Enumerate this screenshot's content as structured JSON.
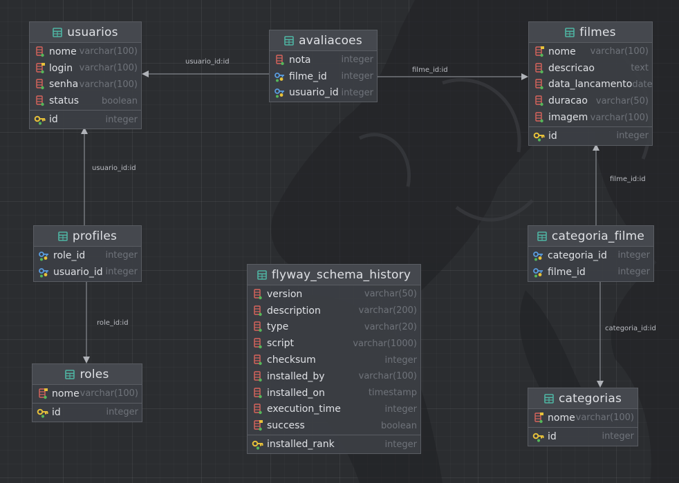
{
  "tables": {
    "usuarios": {
      "name": "usuarios",
      "columns": [
        {
          "name": "nome",
          "type": "varchar(100)",
          "icon": "column-icon"
        },
        {
          "name": "login",
          "type": "varchar(100)",
          "icon": "unique-column-icon"
        },
        {
          "name": "senha",
          "type": "varchar(100)",
          "icon": "column-icon"
        },
        {
          "name": "status",
          "type": "boolean",
          "icon": "column-icon"
        }
      ],
      "pk": {
        "name": "id",
        "type": "integer",
        "icon": "primary-key-icon"
      }
    },
    "avaliacoes": {
      "name": "avaliacoes",
      "columns": [
        {
          "name": "nota",
          "type": "integer",
          "icon": "column-icon"
        },
        {
          "name": "filme_id",
          "type": "integer",
          "icon": "foreign-key-icon"
        },
        {
          "name": "usuario_id",
          "type": "integer",
          "icon": "foreign-key-icon"
        }
      ]
    },
    "filmes": {
      "name": "filmes",
      "columns": [
        {
          "name": "nome",
          "type": "varchar(100)",
          "icon": "unique-column-icon"
        },
        {
          "name": "descricao",
          "type": "text",
          "icon": "column-icon"
        },
        {
          "name": "data_lancamento",
          "type": "date",
          "icon": "column-icon"
        },
        {
          "name": "duracao",
          "type": "varchar(50)",
          "icon": "column-icon"
        },
        {
          "name": "imagem",
          "type": "varchar(100)",
          "icon": "column-icon"
        }
      ],
      "pk": {
        "name": "id",
        "type": "integer",
        "icon": "primary-key-icon"
      }
    },
    "profiles": {
      "name": "profiles",
      "columns": [
        {
          "name": "role_id",
          "type": "integer",
          "icon": "foreign-key-icon"
        },
        {
          "name": "usuario_id",
          "type": "integer",
          "icon": "foreign-key-icon"
        }
      ]
    },
    "roles": {
      "name": "roles",
      "columns": [
        {
          "name": "nome",
          "type": "varchar(100)",
          "icon": "unique-column-icon"
        }
      ],
      "pk": {
        "name": "id",
        "type": "integer",
        "icon": "primary-key-icon"
      }
    },
    "flyway_schema_history": {
      "name": "flyway_schema_history",
      "columns": [
        {
          "name": "version",
          "type": "varchar(50)",
          "icon": "column-icon"
        },
        {
          "name": "description",
          "type": "varchar(200)",
          "icon": "column-icon"
        },
        {
          "name": "type",
          "type": "varchar(20)",
          "icon": "column-icon"
        },
        {
          "name": "script",
          "type": "varchar(1000)",
          "icon": "column-icon"
        },
        {
          "name": "checksum",
          "type": "integer",
          "icon": "column-icon"
        },
        {
          "name": "installed_by",
          "type": "varchar(100)",
          "icon": "column-icon"
        },
        {
          "name": "installed_on",
          "type": "timestamp",
          "icon": "column-icon"
        },
        {
          "name": "execution_time",
          "type": "integer",
          "icon": "column-icon"
        },
        {
          "name": "success",
          "type": "boolean",
          "icon": "unique-column-icon"
        }
      ],
      "pk": {
        "name": "installed_rank",
        "type": "integer",
        "icon": "primary-key-icon"
      }
    },
    "categoria_filme": {
      "name": "categoria_filme",
      "columns": [
        {
          "name": "categoria_id",
          "type": "integer",
          "icon": "foreign-key-icon"
        },
        {
          "name": "filme_id",
          "type": "integer",
          "icon": "foreign-key-icon"
        }
      ]
    },
    "categorias": {
      "name": "categorias",
      "columns": [
        {
          "name": "nome",
          "type": "varchar(100)",
          "icon": "unique-column-icon"
        }
      ],
      "pk": {
        "name": "id",
        "type": "integer",
        "icon": "primary-key-icon"
      }
    }
  },
  "relations": {
    "avaliacoes_usuarios": "usuario_id:id",
    "avaliacoes_filmes": "filme_id:id",
    "profiles_usuarios": "usuario_id:id",
    "profiles_roles": "role_id:id",
    "categoria_filme_filmes": "filme_id:id",
    "categoria_filme_categorias": "categoria_id:id"
  },
  "colors": {
    "background": "#2b2d30",
    "table_fill": "#3c3f44",
    "header_fill": "#45484e",
    "border": "#5a5d63",
    "text": "#dfe1e5",
    "type_text": "#6f737a",
    "edge": "#9a9da3",
    "table_icon": "#4fb5a3",
    "column_icon": "#d9655c",
    "key_icon": "#e8c23a",
    "fk_icon": "#5a9de0",
    "dot": "#55b85a"
  }
}
